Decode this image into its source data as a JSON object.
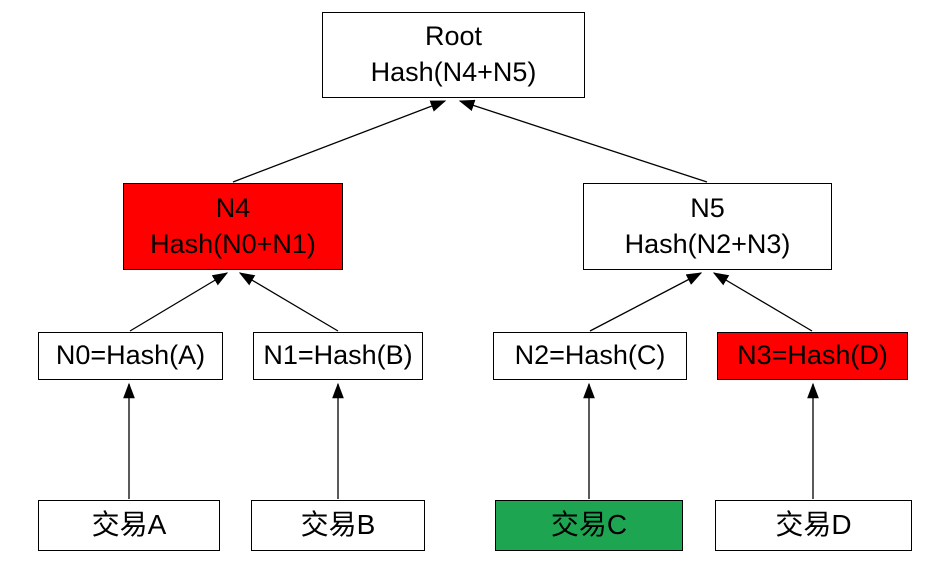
{
  "diagram": {
    "type": "merkle-tree",
    "colors": {
      "highlight_red": "#FF0000",
      "highlight_green": "#1EA552",
      "box_background": "#FFFFFF",
      "border": "#000000",
      "text": "#000000"
    },
    "nodes": {
      "root": {
        "line1": "Root",
        "line2": "Hash(N4+N5)",
        "highlight": "none"
      },
      "n4": {
        "line1": "N4",
        "line2": "Hash(N0+N1)",
        "highlight": "red"
      },
      "n5": {
        "line1": "N5",
        "line2": "Hash(N2+N3)",
        "highlight": "none"
      },
      "n0": {
        "label": "N0=Hash(A)",
        "highlight": "none"
      },
      "n1": {
        "label": "N1=Hash(B)",
        "highlight": "none"
      },
      "n2": {
        "label": "N2=Hash(C)",
        "highlight": "none"
      },
      "n3": {
        "label": "N3=Hash(D)",
        "highlight": "red"
      },
      "txa": {
        "label": "交易A",
        "highlight": "none"
      },
      "txb": {
        "label": "交易B",
        "highlight": "none"
      },
      "txc": {
        "label": "交易C",
        "highlight": "green"
      },
      "txd": {
        "label": "交易D",
        "highlight": "none"
      }
    },
    "edges": [
      {
        "from": "n4",
        "to": "root"
      },
      {
        "from": "n5",
        "to": "root"
      },
      {
        "from": "n0",
        "to": "n4"
      },
      {
        "from": "n1",
        "to": "n4"
      },
      {
        "from": "n2",
        "to": "n5"
      },
      {
        "from": "n3",
        "to": "n5"
      },
      {
        "from": "txa",
        "to": "n0"
      },
      {
        "from": "txb",
        "to": "n1"
      },
      {
        "from": "txc",
        "to": "n2"
      },
      {
        "from": "txd",
        "to": "n3"
      }
    ]
  }
}
